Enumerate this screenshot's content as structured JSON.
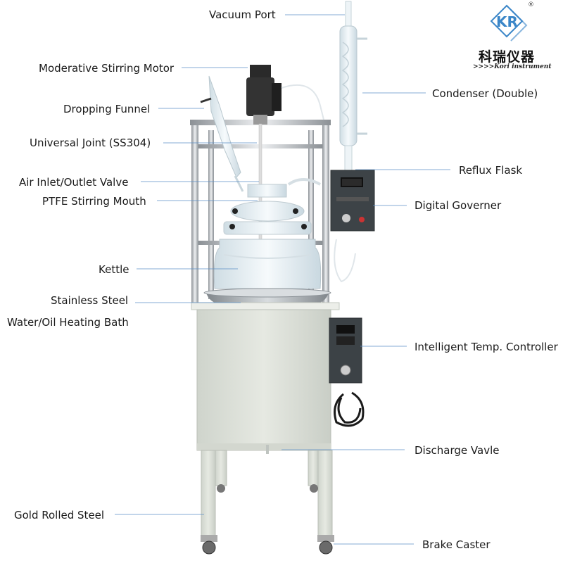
{
  "brand": {
    "logo_initials": "KR",
    "name_cn": "科瑞仪器",
    "name_en": ">>>>Kori instrument",
    "registered_mark": "®",
    "color": "#3a86c8"
  },
  "labels": {
    "vacuum_port": "Vacuum Port",
    "stirring_motor": "Moderative Stirring Motor",
    "dropping_funnel": "Dropping Funnel",
    "universal_joint": "Universal Joint (SS304)",
    "air_valve": "Air Inlet/Outlet Valve",
    "ptfe_mouth": "PTFE Stirring Mouth",
    "kettle": "Kettle",
    "stainless_steel": "Stainless Steel",
    "heating_bath": "Water/Oil Heating Bath",
    "gold_steel": "Gold Rolled Steel",
    "condenser": "Condenser (Double)",
    "reflux_flask": "Reflux Flask",
    "digital_governer": "Digital Governer",
    "temp_controller": "Intelligent Temp. Controller",
    "discharge_valve": "Discharge Vavle",
    "brake_caster": "Brake Caster"
  },
  "colors": {
    "leader_line": "#5b8fc6",
    "cabinet": "#dfe3dc",
    "steel": "#b9bec2",
    "glass": "#e9f1f5",
    "motor": "#2a2a2a"
  }
}
